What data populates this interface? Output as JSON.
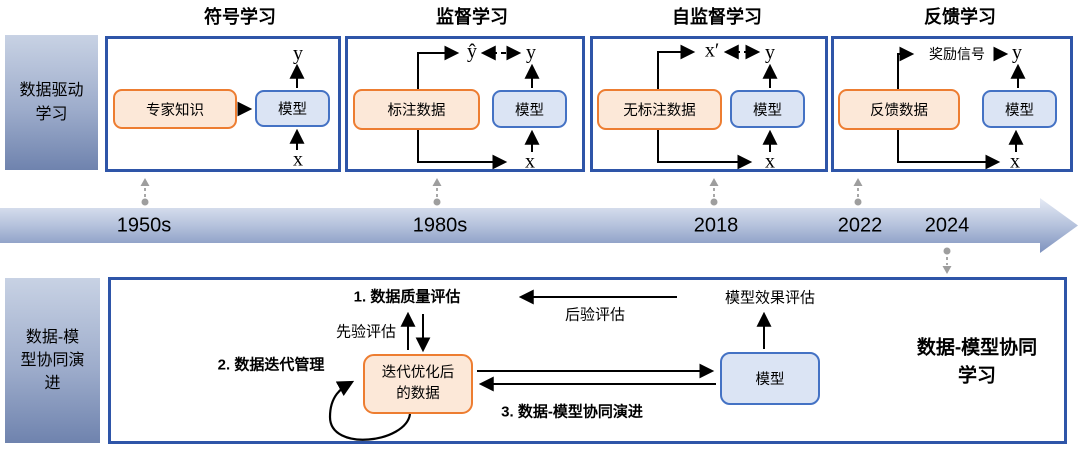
{
  "top": {
    "sidebar": {
      "lines": [
        "数据驱动",
        "学习"
      ]
    },
    "panels": [
      {
        "title": "符号学习",
        "data_label": "专家知识",
        "model_label": "模型",
        "y": "y",
        "x": "x"
      },
      {
        "title": "监督学习",
        "data_label": "标注数据",
        "model_label": "模型",
        "pred": "ŷ",
        "y": "y",
        "x": "x"
      },
      {
        "title": "自监督学习",
        "data_label": "无标注数据",
        "model_label": "模型",
        "pred": "x′",
        "y": "y",
        "x": "x"
      },
      {
        "title": "反馈学习",
        "data_label": "反馈数据",
        "model_label": "模型",
        "reward": "奖励信号",
        "y": "y",
        "x": "x"
      }
    ]
  },
  "timeline": {
    "years": [
      "1950s",
      "1980s",
      "2018",
      "2022",
      "2024"
    ]
  },
  "bottom": {
    "sidebar": {
      "lines": [
        "数据-模",
        "型协同演",
        "进"
      ]
    },
    "steps": {
      "step1": "1. 数据质量评估",
      "step2": "2. 数据迭代管理",
      "step3": "3. 数据-模型协同演进"
    },
    "labels": {
      "prior": "先验评估",
      "posterior": "后验评估",
      "model_eval": "模型效果评估"
    },
    "data_box": {
      "lines": [
        "迭代优化后",
        "的数据"
      ]
    },
    "model_label": "模型",
    "title_lines": [
      "数据-模型协同",
      "学习"
    ]
  },
  "colors": {
    "panel_border": "#2E55A8",
    "orange_border": "#ED7D31",
    "orange_fill": "#FCE8D8",
    "blue_border": "#4472C4",
    "blue_fill": "#DBE4F4",
    "connector_gray": "#9E9E9E"
  }
}
